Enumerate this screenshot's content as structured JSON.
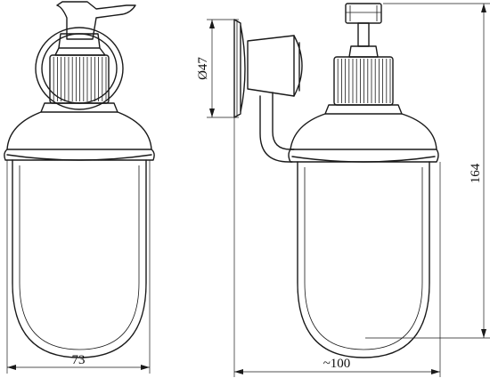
{
  "dimensions": {
    "width_front": "73",
    "width_side": "~100",
    "height": "164",
    "diameter": "Ø47"
  },
  "colors": {
    "line": "#1a1a1a",
    "background": "#ffffff"
  }
}
